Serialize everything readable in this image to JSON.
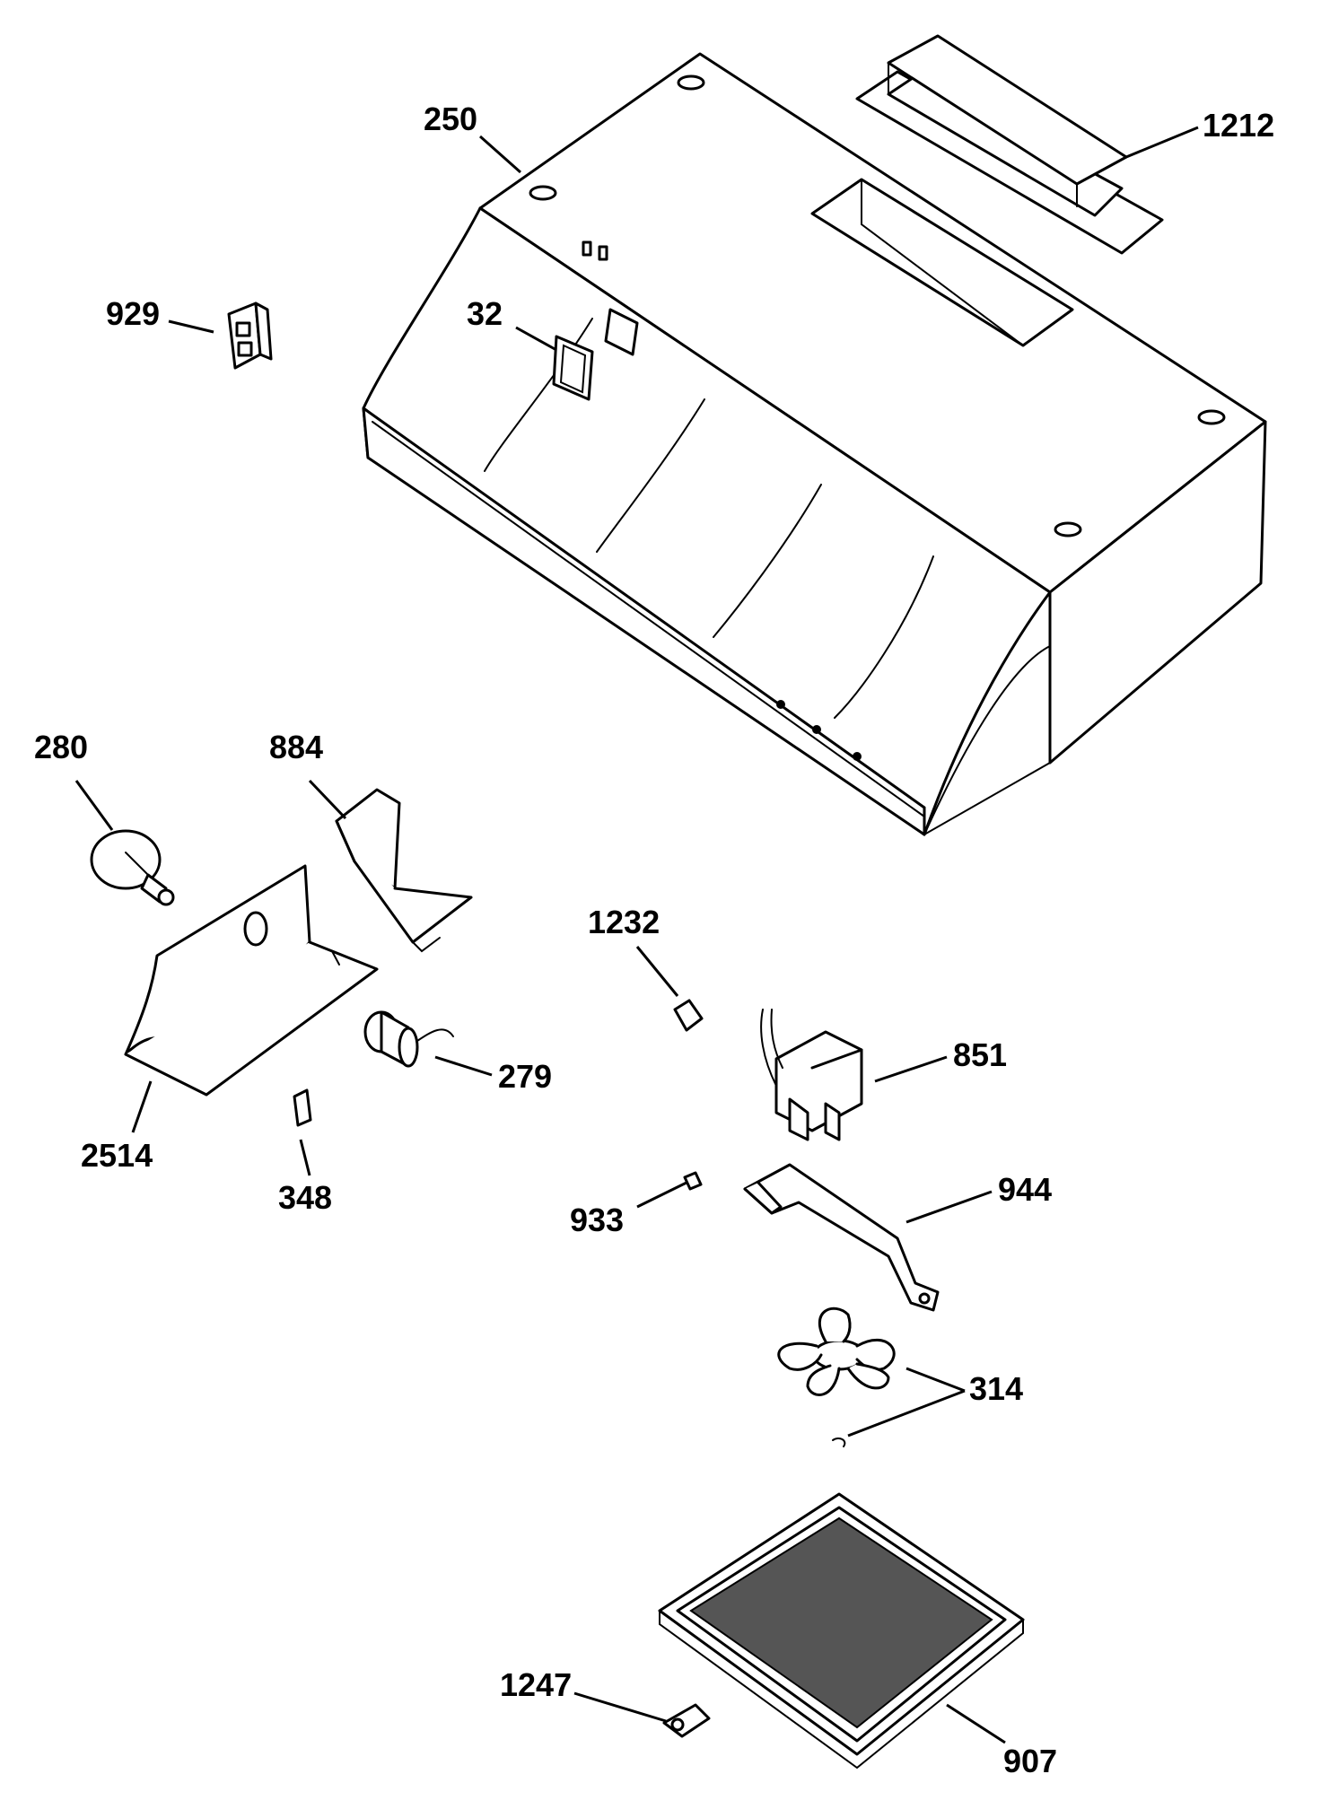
{
  "labels": {
    "p250": "250",
    "p1212": "1212",
    "p929": "929",
    "p32": "32",
    "p280": "280",
    "p884": "884",
    "p279": "279",
    "p2514": "2514",
    "p348": "348",
    "p1232": "1232",
    "p851": "851",
    "p933": "933",
    "p944": "944",
    "p314": "314",
    "p1247": "1247",
    "p907": "907"
  }
}
